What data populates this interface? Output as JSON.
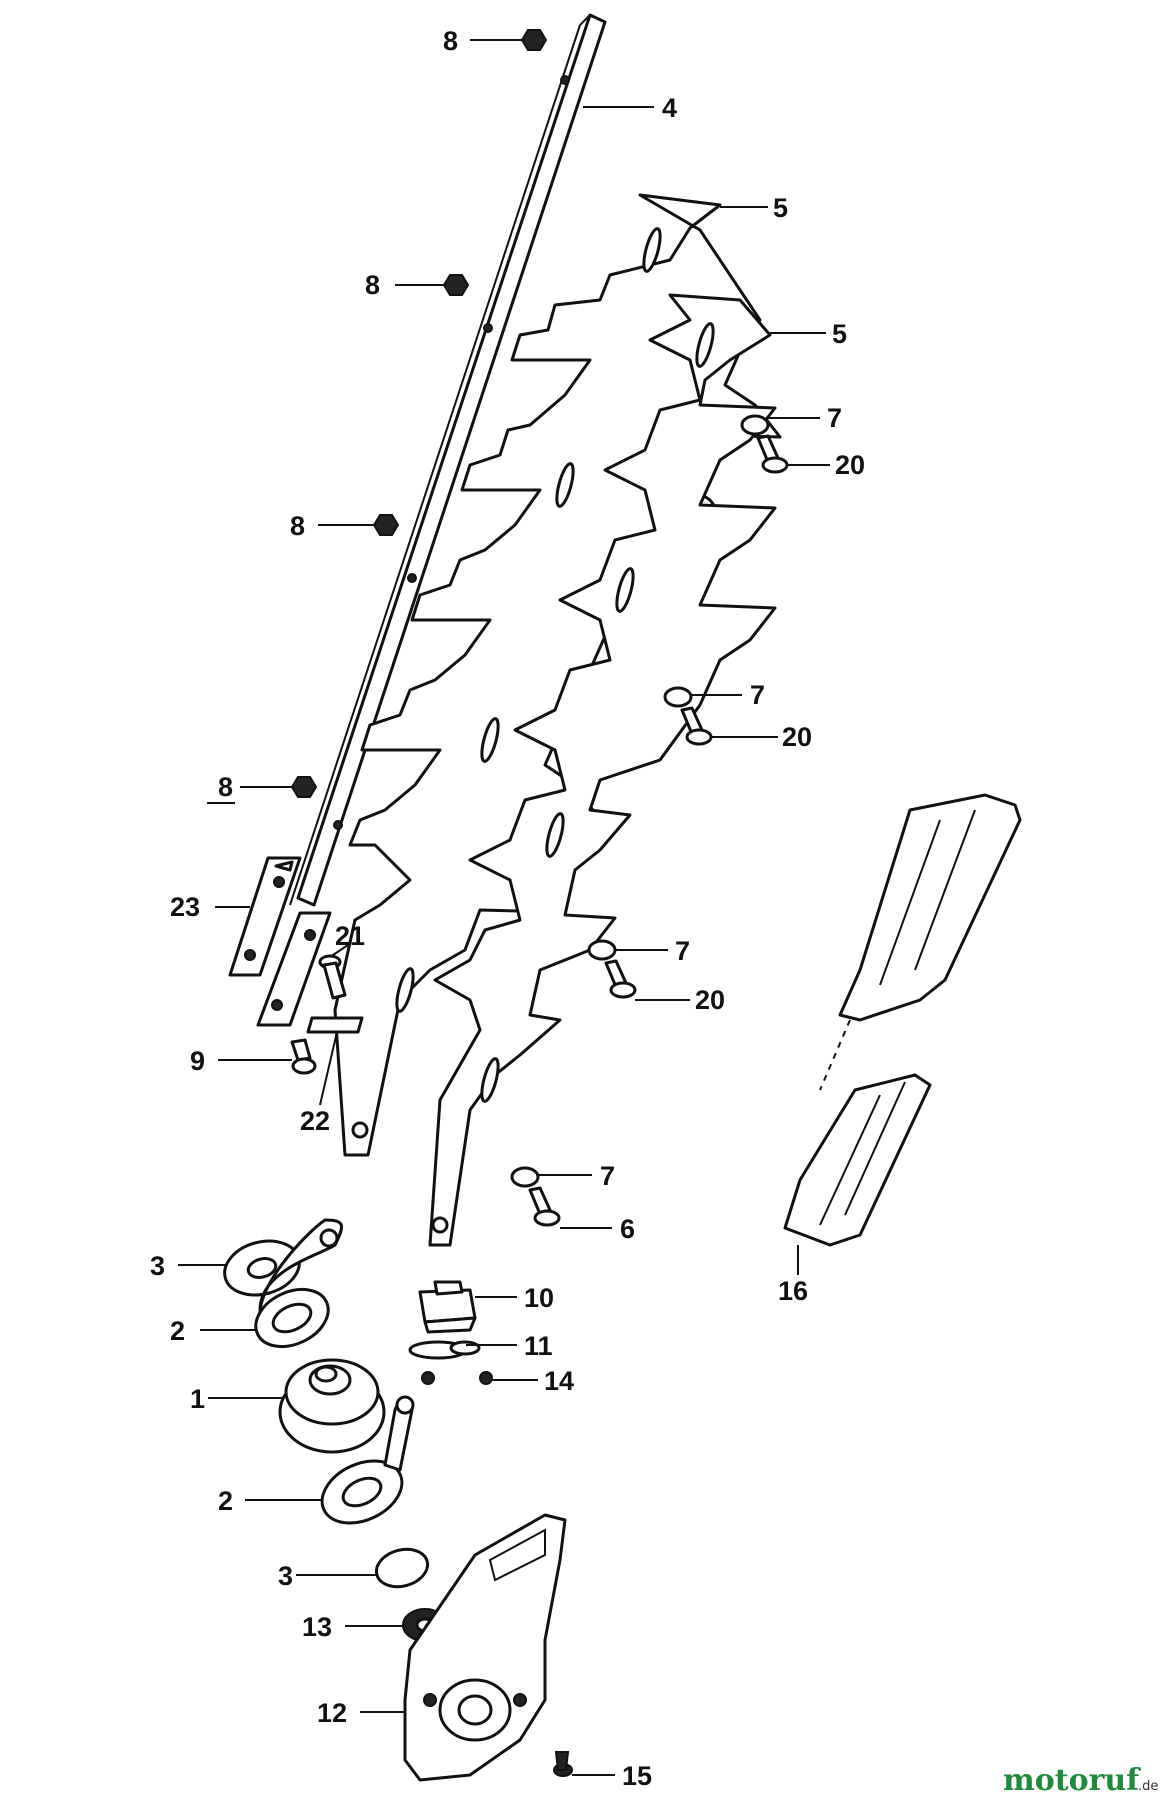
{
  "labels": {
    "l1": "1",
    "l2a": "2",
    "l2b": "2",
    "l3a": "3",
    "l3b": "3",
    "l4": "4",
    "l5a": "5",
    "l5b": "5",
    "l6": "6",
    "l7a": "7",
    "l7b": "7",
    "l7c": "7",
    "l7d": "7",
    "l8a": "8",
    "l8b": "8",
    "l8c": "8",
    "l8d": "8",
    "l9": "9",
    "l10": "10",
    "l11": "11",
    "l12": "12",
    "l13": "13",
    "l14": "14",
    "l15": "15",
    "l16": "16",
    "l20a": "20",
    "l20b": "20",
    "l20c": "20",
    "l21": "21",
    "l22": "22",
    "l23": "23"
  },
  "watermark": {
    "brand": "motoruf",
    "tld": ".de"
  },
  "colors": {
    "line": "#111111",
    "wm_m": "#1f8a3a",
    "wm_o": "#e08a1e",
    "wm_t": "#d62d2d",
    "wm_o2": "#3060c8",
    "wm_r": "#8a3ab5",
    "wm_u": "#1f8a3a",
    "wm_f": "#e08a1e"
  }
}
